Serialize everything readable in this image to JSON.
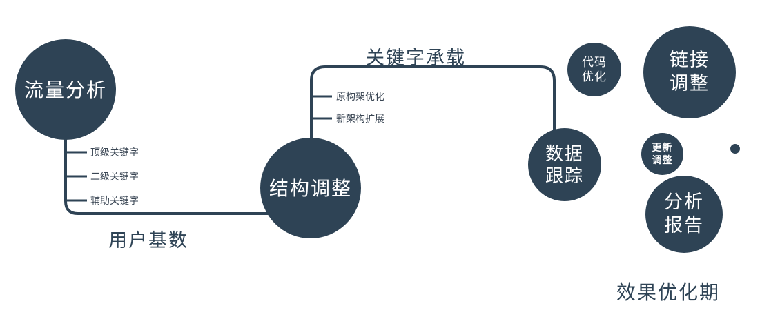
{
  "colors": {
    "primary": "#2e4355",
    "node_text": "#ffffff",
    "background": "#ffffff"
  },
  "nodes": {
    "traffic": {
      "label": "流量分析"
    },
    "structure": {
      "label": "结构调整"
    },
    "tracking": {
      "label": "数据\n跟踪"
    },
    "code": {
      "label": "代码\n优化"
    },
    "link": {
      "label": "链接\n调整"
    },
    "update": {
      "label": "更新\n调整"
    },
    "report": {
      "label": "分析\n报告"
    }
  },
  "edge_labels": {
    "user_base": "用户基数",
    "keyword_carrying": "关键字承载"
  },
  "branches": {
    "traffic": [
      "顶级关键字",
      "二级关键字",
      "辅助关键字"
    ],
    "structure": [
      "原构架优化",
      "新架构扩展"
    ]
  },
  "caption": "效果优化期"
}
